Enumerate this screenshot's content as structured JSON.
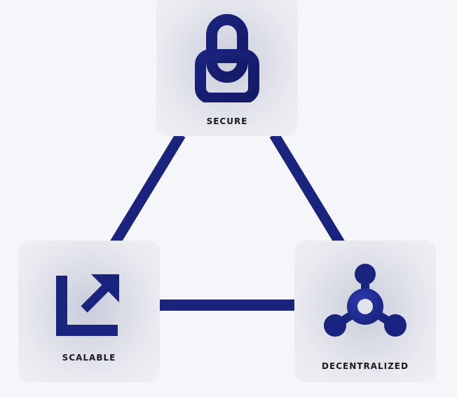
{
  "diagram": {
    "nodes": [
      {
        "id": "secure",
        "label": "SECURE",
        "icon": "padlock-icon"
      },
      {
        "id": "scalable",
        "label": "SCALABLE",
        "icon": "expand-arrow-icon"
      },
      {
        "id": "decentralized",
        "label": "DECENTRALIZED",
        "icon": "network-hub-icon"
      }
    ],
    "edges": [
      {
        "from": "secure",
        "to": "scalable"
      },
      {
        "from": "secure",
        "to": "decentralized"
      },
      {
        "from": "scalable",
        "to": "decentralized"
      }
    ],
    "colors": {
      "background": "#f5f6f9",
      "accent": "#1a237e",
      "label_text": "#1a1a1f"
    }
  }
}
